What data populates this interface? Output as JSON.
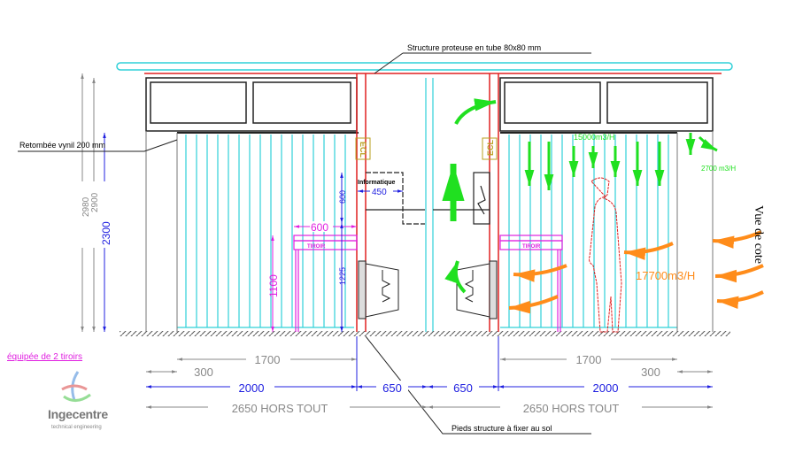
{
  "title_annotation": "Structure proteuse en tube 80x80 mm",
  "retombee_label": "Retombée vynil 200 mm",
  "side_view_label": "Vue de cote",
  "drawers_note": "équipée de 2 tiroirs",
  "logo": {
    "name": "Ingecentre",
    "tagline": "technical engineering"
  },
  "heights": {
    "total_outer": "2980",
    "total_inner": "2900",
    "curtain": "2300",
    "table": "1100",
    "upper": "600",
    "lower": "1225"
  },
  "table_width": "600",
  "drawer_label": "TIROIR",
  "computer_label": "Informatique",
  "computer_width": "450",
  "light_label": "ECL",
  "airflow": {
    "downflow": "15000m3/H",
    "extract": "2700 m3/H",
    "intake": "17700m3/H"
  },
  "bottom_dims": {
    "inner": "1700",
    "offset": "300",
    "module": "2000",
    "aisle": "650",
    "overall": "2650 HORS TOUT"
  },
  "feet_label": "Pieds structure à fixer au sol",
  "colors": {
    "structure": "#e02020",
    "curtain": "#30d0d8",
    "dimension": "#2020e0",
    "drawer": "#e020e0",
    "air_clean": "#20e020",
    "air_intake": "#ff8c1a"
  }
}
